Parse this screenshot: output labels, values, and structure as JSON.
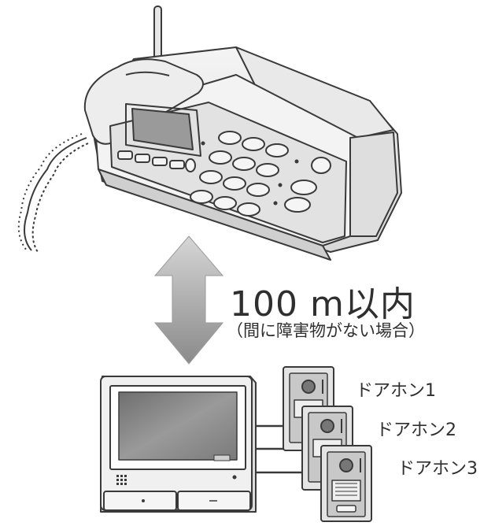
{
  "diagram": {
    "distance_label": "100 m以内",
    "condition_label": "（間に障害物がない場合）",
    "doorphones": [
      {
        "label": "ドアホン1"
      },
      {
        "label": "ドアホン2"
      },
      {
        "label": "ドアホン3"
      }
    ],
    "colors": {
      "outline": "#3a3a3a",
      "body": "#ececec",
      "shade": "#cfcfcf",
      "arrow_light": "#d8d8d8",
      "arrow_dark": "#8c8c8c",
      "screen": "#8a8a8a"
    },
    "icons": [
      "fax-phone-icon",
      "double-arrow-icon",
      "monitor-icon",
      "doorphone-icon"
    ]
  }
}
